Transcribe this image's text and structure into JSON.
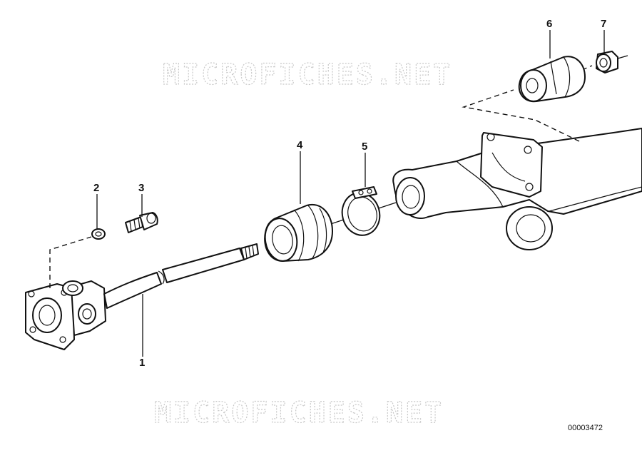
{
  "watermark": {
    "top": "MICROFICHES.NET",
    "bottom": "MICROFICHES.NET"
  },
  "callouts": [
    {
      "id": "1",
      "label": "1"
    },
    {
      "id": "2",
      "label": "2"
    },
    {
      "id": "3",
      "label": "3"
    },
    {
      "id": "4",
      "label": "4"
    },
    {
      "id": "5",
      "label": "5"
    },
    {
      "id": "6",
      "label": "6"
    },
    {
      "id": "7",
      "label": "7"
    }
  ],
  "diagram_code": "00003472"
}
